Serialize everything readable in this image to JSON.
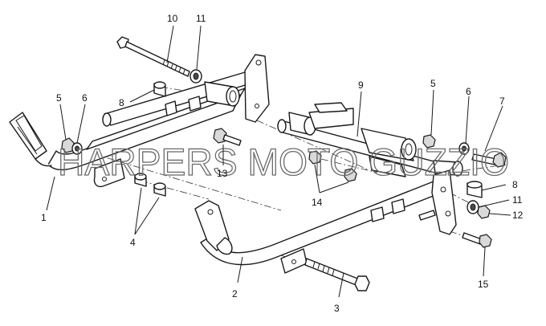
{
  "watermark": "HARPERS MOTO GUZZIO",
  "callouts": {
    "c1": "1",
    "c2": "2",
    "c3": "3",
    "c4": "4",
    "c5a": "5",
    "c5b": "5",
    "c6a": "6",
    "c6b": "6",
    "c7": "7",
    "c8a": "8",
    "c8b": "8",
    "c9": "9",
    "c10": "10",
    "c11a": "11",
    "c11b": "11",
    "c12": "12",
    "c13": "13",
    "c14": "14",
    "c15": "15"
  }
}
